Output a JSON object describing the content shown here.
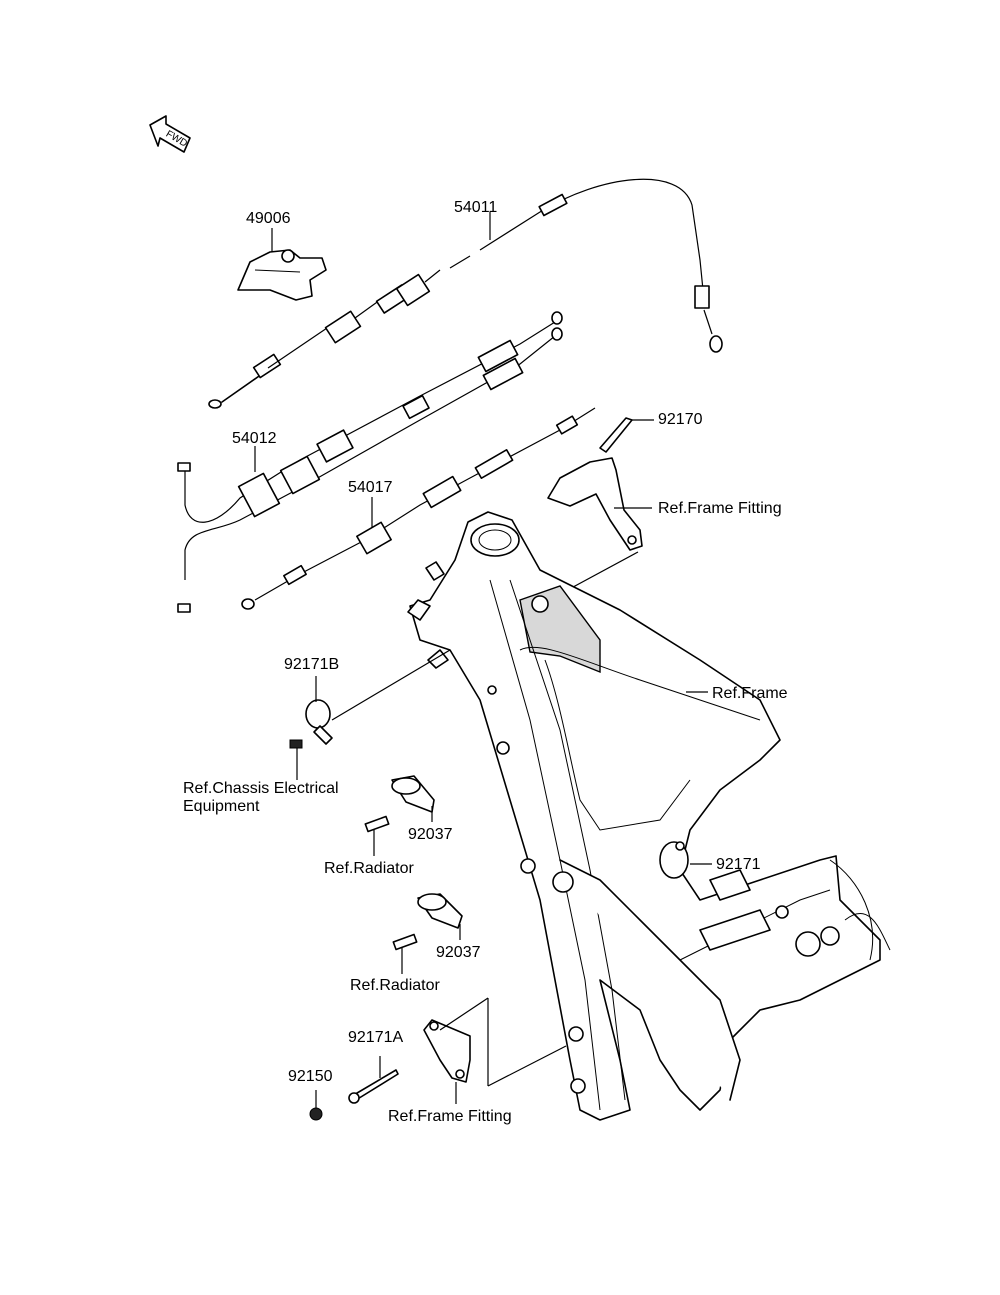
{
  "labels": {
    "fwd": "FWD",
    "p49006": "49006",
    "p54011": "54011",
    "p54012": "54012",
    "p54017": "54017",
    "p92170": "92170",
    "ref_frame_fitting_top": "Ref.Frame Fitting",
    "ref_frame": "Ref.Frame",
    "p92171b": "92171B",
    "ref_chassis_line1": "Ref.Chassis Electrical",
    "ref_chassis_line2": "Equipment",
    "p92037_a": "92037",
    "ref_radiator_a": "Ref.Radiator",
    "p92171": "92171",
    "p92037_b": "92037",
    "ref_radiator_b": "Ref.Radiator",
    "p92171a": "92171A",
    "p92150": "92150",
    "ref_frame_fitting_bottom": "Ref.Frame Fitting"
  },
  "icons": {
    "fwd_arrow": "fwd-arrow-icon"
  },
  "colors": {
    "line": "#000000",
    "background": "#ffffff",
    "fill": "#d8d8d8"
  }
}
